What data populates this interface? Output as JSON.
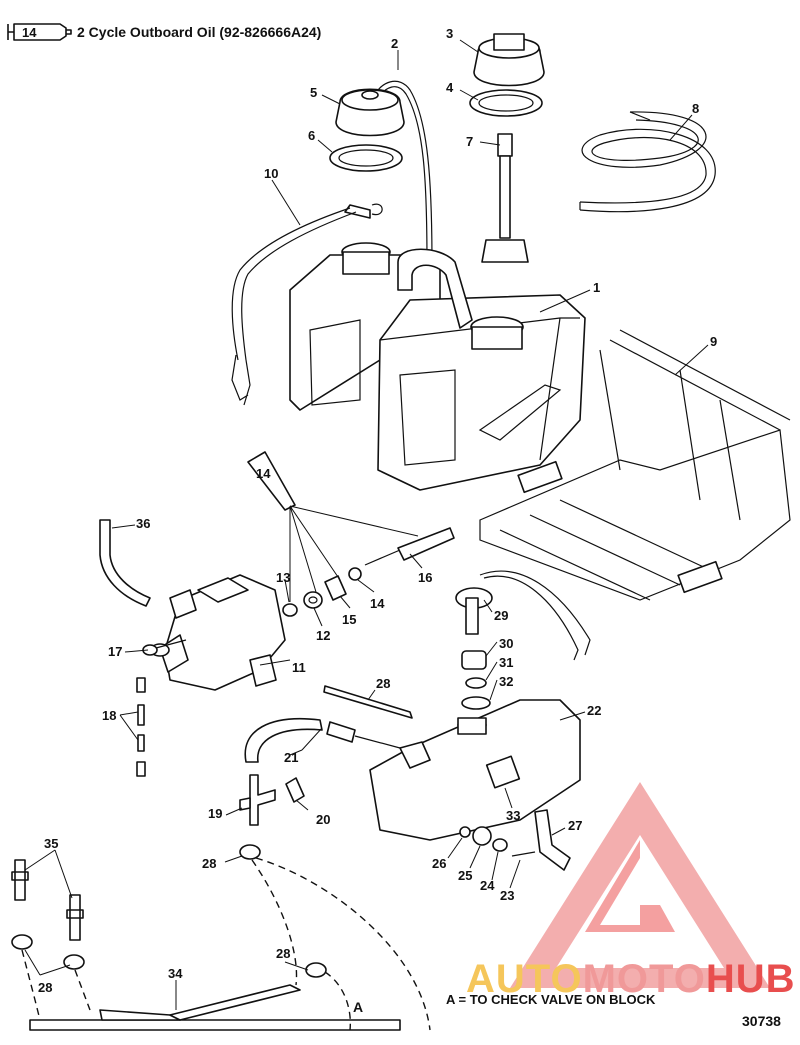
{
  "legend": {
    "tube_number": "14",
    "text": "2 Cycle Outboard Oil (92-826666A24)"
  },
  "callouts": {
    "c1": "1",
    "c2": "2",
    "c3": "3",
    "c4": "4",
    "c5": "5",
    "c6": "6",
    "c7": "7",
    "c8": "8",
    "c9": "9",
    "c10": "10",
    "c11": "11",
    "c12": "12",
    "c13": "13",
    "c14": "14",
    "c15": "15",
    "c16": "16",
    "c17": "17",
    "c18": "18",
    "c19": "19",
    "c20": "20",
    "c21": "21",
    "c22": "22",
    "c23": "23",
    "c24": "24",
    "c25": "25",
    "c26": "26",
    "c27": "27",
    "c28a": "28",
    "c28b": "28",
    "c28c": "28",
    "c28d": "28",
    "c29": "29",
    "c30": "30",
    "c31": "31",
    "c32": "32",
    "c33": "33",
    "c34": "34",
    "c35": "35",
    "c36": "36"
  },
  "tube_on_diagram": "14",
  "point_a": "A",
  "note": "A = TO CHECK VALVE ON BLOCK",
  "ref_number": "30738",
  "watermark": {
    "part1": "AUTO",
    "part2": "MOTO",
    "part3": "HUB",
    "color1": "#f4c04a",
    "color2": "#f08a8a",
    "color3": "#e63b3b"
  }
}
